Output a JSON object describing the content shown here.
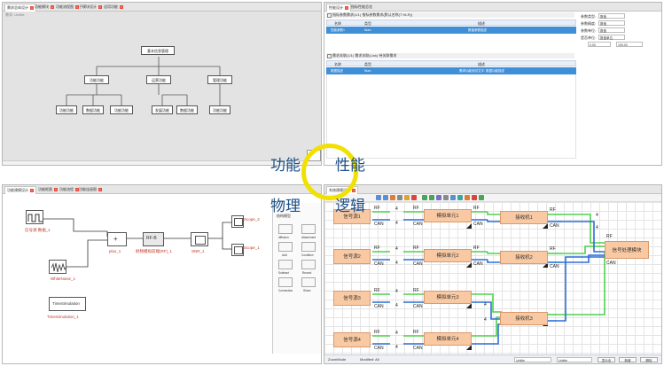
{
  "overlay": {
    "tl": "功能",
    "tr": "性能",
    "bl": "物理",
    "br": "逻辑",
    "ring_color": "#f1e000",
    "text_color": "#1c4f86"
  },
  "q1": {
    "tabs": [
      "需求总体设计",
      "功能模块",
      "功能流程图",
      "子模块设计",
      "适用功能"
    ],
    "canvas_title": "需求: Untitle",
    "root": "基本信息管理",
    "level1": [
      "功能功能",
      "运营功能",
      "管理功能"
    ],
    "level2": [
      "功能功能",
      "数据功能",
      "功能功能",
      "发展功能",
      "数据功能",
      "功能功能"
    ]
  },
  "q2": {
    "tabs": [
      "性能设计",
      "指标性能总览"
    ],
    "section1": "指标参数需求(1/1) 指标参数需求(默认名称(T HLR))",
    "section2": "需求关联(1/1) 需求关联(Link) 待关联需求",
    "table_headers": [
      "名称",
      "类型",
      "描述"
    ],
    "row1": [
      "性能参数1",
      "Num",
      "数值参数描述"
    ],
    "row2": [
      "数据描述",
      "Num",
      "需求功能测试文字: 数据功能描述"
    ],
    "props": [
      {
        "label": "参数类型:",
        "value": "数值"
      },
      {
        "label": "参数精度:",
        "value": "数值"
      },
      {
        "label": "参数单位:",
        "value": "数值"
      },
      {
        "label": "是否单位:",
        "value": "数值单位"
      }
    ],
    "range_min": "0.00",
    "range_max": "100.00"
  },
  "q3": {
    "tabs": [
      "功能建模设计",
      "功能框图",
      "功能流程",
      "功能连接图"
    ],
    "blocks": {
      "signal": "信号源 数据_1",
      "whitenoise": "WhiteNoise_1",
      "plus": "plus_1",
      "rfbox": "RF-B",
      "rfbox_label": "射频模拟前端(RF)_1",
      "snr": "SNR_1",
      "scope2": "Scope_2",
      "scope1": "Scope_1",
      "timesim": "TimeSimulation",
      "timesim_label": "TimeSimulation_1"
    },
    "palette_title": "结构模型",
    "palette": [
      "diffusion",
      "Attachment",
      "Add",
      "Condition",
      "Subtract",
      "Record",
      "Connection",
      "Share"
    ]
  },
  "q4": {
    "tabs": [
      "系统建模设计"
    ],
    "sources": [
      "信号源1",
      "信号源2",
      "信号源3",
      "信号源4"
    ],
    "sims": [
      "模拟单元1",
      "模拟单元2",
      "模拟单元3",
      "模拟单元4"
    ],
    "receivers": [
      "接收机1",
      "接收机2",
      "接收机3"
    ],
    "processor": "信号处理模块",
    "port_rf": "RF",
    "port_can": "CAN",
    "port_num": "4",
    "status": {
      "left": "ZoomMode",
      "mid": "Modified: All",
      "sel1": "Untitle",
      "sel2": "Untitle"
    },
    "buttons": [
      "显示全",
      "新增",
      "删除"
    ]
  }
}
